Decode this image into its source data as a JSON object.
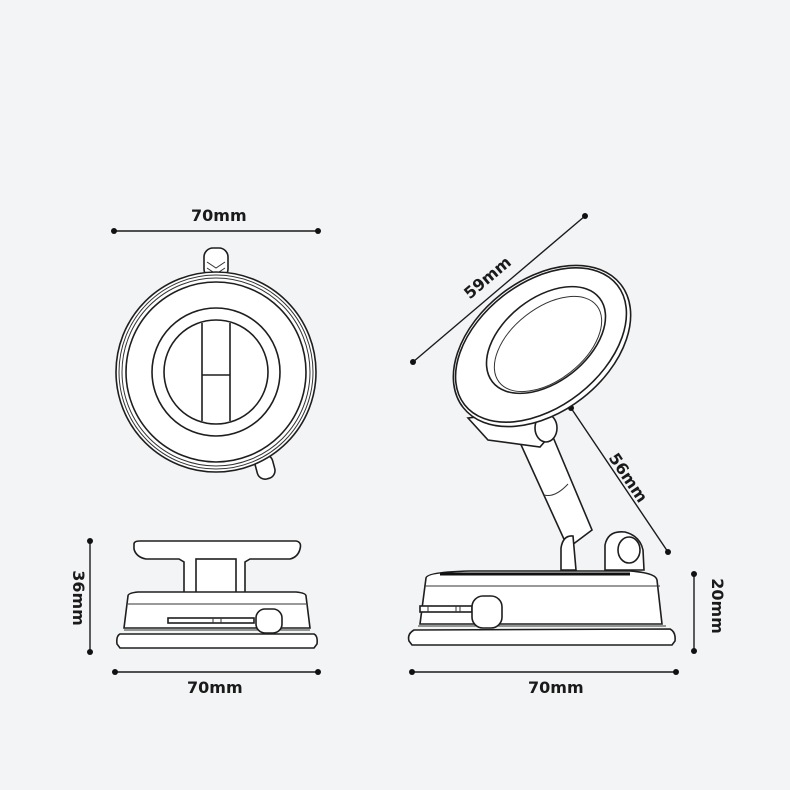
{
  "diagram": {
    "type": "product-dimension-drawing",
    "subject": "magnetic phone mount with suction base",
    "background_color": "#f3f4f6",
    "line_color": "#1e1e1e",
    "views": [
      {
        "id": "top-view",
        "name": "Top view (suction cup with H mount)"
      },
      {
        "id": "front-view",
        "name": "Front elevation (folded)"
      },
      {
        "id": "side-view",
        "name": "Side elevation (extended arm with magnetic ring)"
      }
    ],
    "dimensions": {
      "top_width": "70mm",
      "front_height": "36mm",
      "front_width": "70mm",
      "ring_diameter": "59mm",
      "arm_length": "56mm",
      "base_height": "20mm",
      "side_width": "70mm"
    }
  }
}
